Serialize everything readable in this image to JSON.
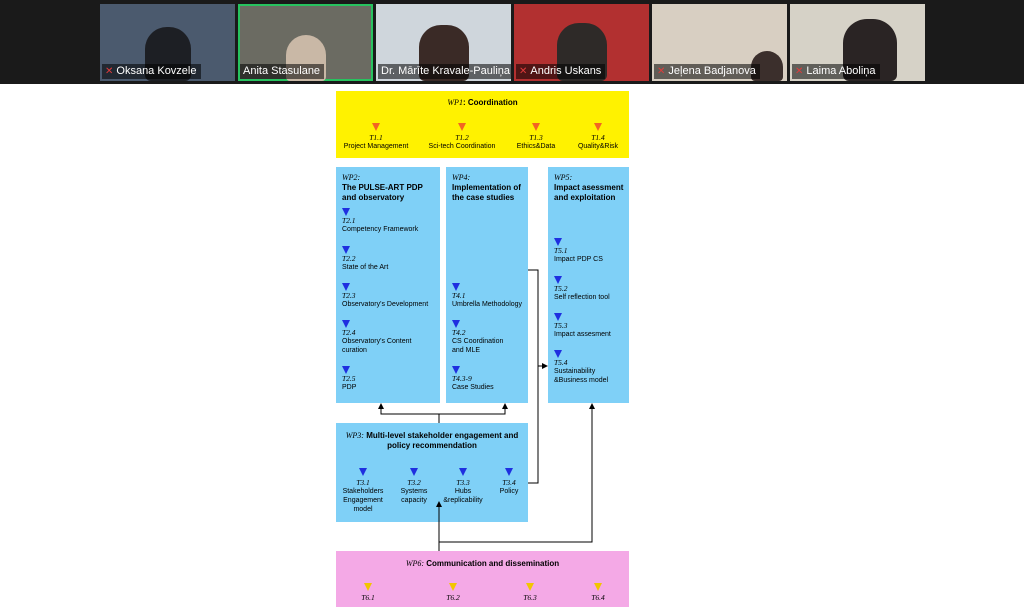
{
  "participants": [
    {
      "name": "Oksana Kovzele",
      "muted": true,
      "bg": "#4b5a6e"
    },
    {
      "name": "Anita Stasulane",
      "muted": false,
      "active": true,
      "bg": "#6b6b62"
    },
    {
      "name": "Dr. Mārīte Kravale-Pauliņa",
      "muted": false,
      "bg": "#cfd6dc"
    },
    {
      "name": "Andris Uskans",
      "muted": true,
      "bg": "#b23030"
    },
    {
      "name": "Jeļena Badjanova",
      "muted": true,
      "bg": "#d8cfc2"
    },
    {
      "name": "Laima Aboliņa",
      "muted": true,
      "bg": "#d6d2c7"
    }
  ],
  "wp1": {
    "code": "WP1",
    "title": ": Coordination",
    "tasks": [
      {
        "code": "T1.1",
        "label": "Project Management"
      },
      {
        "code": "T1.2",
        "label": "Sci-tech Coordination"
      },
      {
        "code": "T1.3",
        "label": "Ethics&Data"
      },
      {
        "code": "T1.4",
        "label": "Quality&Risk"
      }
    ]
  },
  "wp2": {
    "code": "WP2:",
    "title": "The PULSE-ART PDP and observatory",
    "tasks": [
      {
        "code": "T2.1",
        "label": "Competency Framework"
      },
      {
        "code": "T2.2",
        "label": "State of the Art"
      },
      {
        "code": "T2.3",
        "label": "Observatory's Development"
      },
      {
        "code": "T2.4",
        "label": "Observatory's Content curation"
      },
      {
        "code": "T2.5",
        "label": "PDP"
      }
    ]
  },
  "wp4": {
    "code": "WP4:",
    "title": "Implementation of the case studies",
    "tasks": [
      {
        "code": "T4.1",
        "label": "Umbrella Methodology"
      },
      {
        "code": "T4.2",
        "label": "CS Coordination and MLE"
      },
      {
        "code": "T4.3-9",
        "label": "Case Studies"
      }
    ]
  },
  "wp5": {
    "code": "WP5:",
    "title": "Impact asessment and exploitation",
    "tasks": [
      {
        "code": "T5.1",
        "label": "Impact PDP CS"
      },
      {
        "code": "T5.2",
        "label": "Self reflection tool"
      },
      {
        "code": "T5.3",
        "label": "Impact assesment"
      },
      {
        "code": "T5.4",
        "label": "Sustainability &Business model"
      }
    ]
  },
  "wp3": {
    "code": "WP3:",
    "title": "Multi-level stakeholder engagement and policy recommendation",
    "tasks": [
      {
        "code": "T3.1",
        "label": "Stakeholders Engagement model"
      },
      {
        "code": "T3.2",
        "label": "Systems capacity"
      },
      {
        "code": "T3.3",
        "label": "Hubs &replicability"
      },
      {
        "code": "T3.4",
        "label": "Policy"
      }
    ]
  },
  "wp6": {
    "code": "WP6:",
    "title": "Communication and dissemination",
    "tasks": [
      {
        "code": "T6.1",
        "label": ""
      },
      {
        "code": "T6.2",
        "label": ""
      },
      {
        "code": "T6.3",
        "label": ""
      },
      {
        "code": "T6.4",
        "label": ""
      }
    ]
  }
}
